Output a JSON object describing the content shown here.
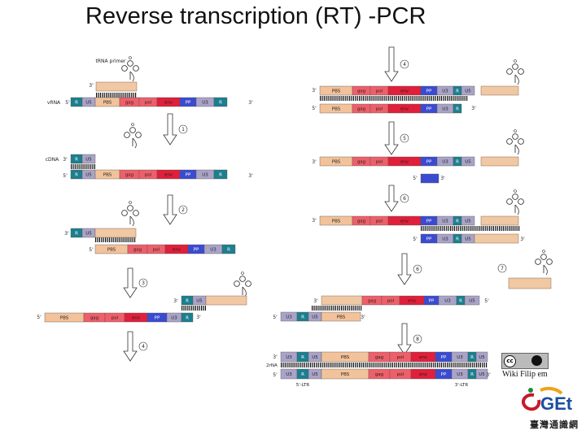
{
  "title": "Reverse transcription (RT) -PCR",
  "primer_label": "tRNA primer",
  "vrna_label": "vRNA",
  "cdna_label": "cDNA",
  "dsdna_label": "2rNA",
  "steps": [
    "1",
    "2",
    "3",
    "4",
    "5",
    "6",
    "6",
    "7",
    "8"
  ],
  "ends": {
    "five": "5'",
    "three": "3'"
  },
  "ltr_labels": {
    "left": "5'-LTR",
    "right": "3'-LTR"
  },
  "segments": {
    "R": "R",
    "U5": "U5",
    "PBS": "PBS",
    "gag": "gag",
    "pol": "pol",
    "env": "env",
    "PP": "PP",
    "U3": "U3"
  },
  "colors": {
    "teal": "#1c7f8e",
    "lavender": "#aaa3c8",
    "tan": "#f2c29a",
    "coral": "#ee5f6a",
    "red": "#e01f3a",
    "blue": "#3b4bd0",
    "tanstrand": "#f0c8a4"
  },
  "credit": "Wiki Filip em",
  "cc_badge": "cc",
  "logo_name": "臺灣通識網"
}
